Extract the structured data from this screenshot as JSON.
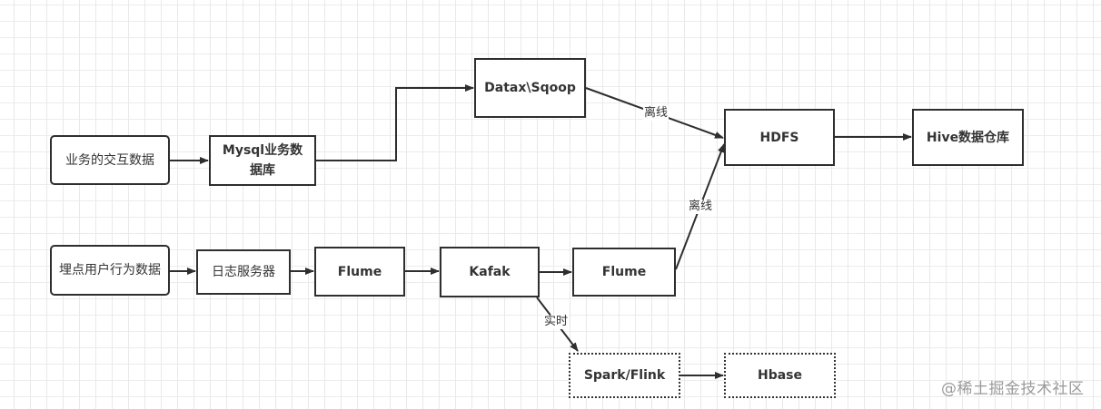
{
  "nodes": {
    "biz_interaction": {
      "label": "业务的交互数据"
    },
    "mysql": {
      "label": "Mysql业务数据库"
    },
    "datax": {
      "label": "Datax\\Sqoop"
    },
    "hdfs": {
      "label": "HDFS"
    },
    "hive": {
      "label": "Hive数据仓库"
    },
    "tracking": {
      "label": "埋点用户行为数据"
    },
    "log_server": {
      "label": "日志服务器"
    },
    "flume1": {
      "label": "Flume"
    },
    "kafka": {
      "label": "Kafak"
    },
    "flume2": {
      "label": "Flume"
    },
    "spark_flink": {
      "label": "Spark/Flink"
    },
    "hbase": {
      "label": "Hbase"
    }
  },
  "edges": [
    {
      "from": "biz_interaction",
      "to": "mysql",
      "label": ""
    },
    {
      "from": "mysql",
      "to": "datax",
      "label": ""
    },
    {
      "from": "datax",
      "to": "hdfs",
      "label": "离线"
    },
    {
      "from": "hdfs",
      "to": "hive",
      "label": ""
    },
    {
      "from": "tracking",
      "to": "log_server",
      "label": ""
    },
    {
      "from": "log_server",
      "to": "flume1",
      "label": ""
    },
    {
      "from": "flume1",
      "to": "kafka",
      "label": ""
    },
    {
      "from": "kafka",
      "to": "flume2",
      "label": ""
    },
    {
      "from": "flume2",
      "to": "hdfs",
      "label": "离线"
    },
    {
      "from": "kafka",
      "to": "spark_flink",
      "label": "实时"
    },
    {
      "from": "spark_flink",
      "to": "hbase",
      "label": ""
    }
  ],
  "watermark": "@稀土掘金技术社区"
}
